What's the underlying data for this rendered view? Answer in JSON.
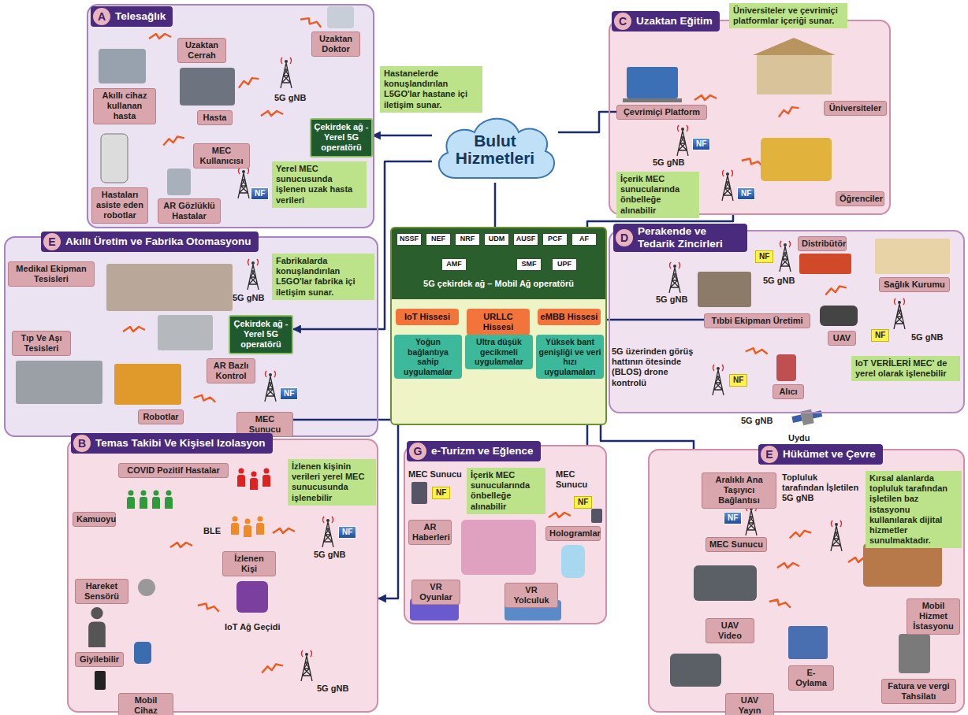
{
  "diagram": {
    "nodes": [
      {
        "text": [
          "A",
          "Telesağlık"
        ]
      },
      {
        "text": [
          "Uzaktan Cerrah"
        ],
        "in": 0
      },
      {
        "text": [
          "Uzaktan Doktor"
        ],
        "in": 0
      },
      {
        "text": [
          "Akıllı cihaz kullanan hasta"
        ],
        "in": 0
      },
      {
        "text": [
          "Hasta"
        ],
        "in": 0
      },
      {
        "text": [
          "MEC Kullanıcısı"
        ],
        "in": 0
      },
      {
        "text": [
          "NF"
        ],
        "in": 0
      },
      {
        "text": [
          "Çekirdek ağ - Yerel 5G operatörü"
        ],
        "in": 0
      },
      {
        "text": [
          "Hastaları asiste eden robotlar"
        ],
        "in": 0
      },
      {
        "text": [
          "AR Gözlüklü Hastalar"
        ],
        "in": 0
      },
      {
        "text": [
          "Yerel MEC sunucusunda işlenen uzak hasta verileri"
        ],
        "in": 0
      },
      {
        "text": [
          "Hastanelerde konuşlandırılan L5GO'lar hastane içi iletişim sunar."
        ]
      },
      {
        "text": [
          "C",
          "Uzaktan Eğitim"
        ]
      },
      {
        "text": [
          "Üniversiteler ve çevrimiçi platformlar içeriği sunar."
        ]
      },
      {
        "text": [
          "Çevrimiçi Platform"
        ],
        "in": 12
      },
      {
        "text": [
          "NF"
        ],
        "in": 12
      },
      {
        "text": [
          "Üniversiteler"
        ],
        "in": 12
      },
      {
        "text": [
          "İçerik MEC sunucularında önbelleğe alınabilir"
        ],
        "in": 12
      },
      {
        "text": [
          "NF"
        ],
        "in": 12
      },
      {
        "text": [
          "Öğrenciler"
        ],
        "in": 12
      },
      {
        "text": [
          "Bulut Hizmetleri"
        ]
      },
      {
        "text": [
          "E",
          "Akıllı Üretim ve Fabrika Otomasyonu"
        ]
      },
      {
        "text": [
          "Medikal Ekipman Tesisleri"
        ],
        "in": 21
      },
      {
        "text": [
          "Fabrikalarda konuşlandırılan L5GO'lar fabrika içi iletişim sunar."
        ],
        "in": 21
      },
      {
        "text": [
          "Çekirdek ağ - Yerel 5G operatörü"
        ],
        "in": 21
      },
      {
        "text": [
          "Tıp Ve Aşı Tesisleri"
        ],
        "in": 21
      },
      {
        "text": [
          "AR Bazlı Kontrol"
        ],
        "in": 21
      },
      {
        "text": [
          "Robotlar"
        ],
        "in": 21
      },
      {
        "text": [
          "NF"
        ],
        "in": 21
      },
      {
        "text": [
          "MEC Sunucu"
        ],
        "in": 21
      },
      {
        "text": [
          "5G çekirdek ağ – Mobil Ağ operatörü"
        ]
      },
      {
        "text": [
          "NSSF"
        ],
        "in": 30
      },
      {
        "text": [
          "NEF"
        ],
        "in": 30
      },
      {
        "text": [
          "NRF"
        ],
        "in": 30
      },
      {
        "text": [
          "UDM"
        ],
        "in": 30
      },
      {
        "text": [
          "AUSF"
        ],
        "in": 30
      },
      {
        "text": [
          "PCF"
        ],
        "in": 30
      },
      {
        "text": [
          "AF"
        ],
        "in": 30
      },
      {
        "text": [
          "AMF"
        ],
        "in": 30
      },
      {
        "text": [
          "SMF"
        ],
        "in": 30
      },
      {
        "text": [
          "UPF"
        ],
        "in": 30
      },
      {
        "text": [
          "IoT Hissesi"
        ],
        "in": 30
      },
      {
        "text": [
          "URLLC Hissesi"
        ],
        "in": 30
      },
      {
        "text": [
          "eMBB Hissesi"
        ],
        "in": 30
      },
      {
        "text": [
          "Yoğun bağlantıya sahip uygulamalar"
        ],
        "in": 30
      },
      {
        "text": [
          "Ultra düşük gecikmeli uygulamalar"
        ],
        "in": 30
      },
      {
        "text": [
          "Yüksek bant genişliği ve veri hızı uygulamaları"
        ],
        "in": 30
      },
      {
        "text": [
          "D",
          "Perakende ve Tedarik Zincirleri"
        ]
      },
      {
        "text": [
          "Distribütör"
        ],
        "in": 47
      },
      {
        "text": [
          "NF"
        ],
        "in": 47
      },
      {
        "text": [
          "Sağlık Kurumu"
        ],
        "in": 47
      },
      {
        "text": [
          "Tıbbi Ekipman Üretimi"
        ],
        "in": 47
      },
      {
        "text": [
          "UAV"
        ],
        "in": 47
      },
      {
        "text": [
          "NF"
        ],
        "in": 47
      },
      {
        "text": [
          "NF"
        ],
        "in": 47
      },
      {
        "text": [
          "Alıcı"
        ],
        "in": 47
      },
      {
        "text": [
          "IoT VERİLERİ MEC' de yerel olarak işlenebilir"
        ],
        "in": 47
      },
      {
        "text": [
          "B",
          "Temas Takibi Ve Kişisel Izolasyon"
        ]
      },
      {
        "text": [
          "İzlenen kişinin verileri yerel MEC sunucusunda işlenebilir"
        ],
        "in": 57
      },
      {
        "text": [
          "COVID Pozitif Hastalar"
        ],
        "in": 57
      },
      {
        "text": [
          "Kamuoyu"
        ],
        "in": 57
      },
      {
        "text": [
          "NF"
        ],
        "in": 57
      },
      {
        "text": [
          "İzlenen Kişi"
        ],
        "in": 57
      },
      {
        "text": [
          "Hareket Sensörü"
        ],
        "in": 57
      },
      {
        "text": [
          "Giyilebilir"
        ],
        "in": 57
      },
      {
        "text": [
          "Mobil Cihaz"
        ],
        "in": 57
      },
      {
        "text": [
          "G",
          "e-Turizm ve Eğlence"
        ]
      },
      {
        "text": [
          "İçerik MEC sunucularında önbelleğe alınabilir"
        ],
        "in": 66
      },
      {
        "text": [
          "NF"
        ],
        "in": 66
      },
      {
        "text": [
          "NF"
        ],
        "in": 66
      },
      {
        "text": [
          "AR Haberleri"
        ],
        "in": 66
      },
      {
        "text": [
          "Hologramlar"
        ],
        "in": 66
      },
      {
        "text": [
          "VR Oyunlar"
        ],
        "in": 66
      },
      {
        "text": [
          "VR Yolculuk"
        ],
        "in": 66
      },
      {
        "text": [
          "E",
          "Hükümet ve Çevre"
        ]
      },
      {
        "text": [
          "Aralıklı Ana Taşıyıcı Bağlantısı"
        ],
        "in": 74
      },
      {
        "text": [
          "Kırsal alanlarda topluluk tarafından işletilen baz istasyonu kullanılarak dijital hizmetler sunulmaktadır."
        ],
        "in": 74
      },
      {
        "text": [
          "NF"
        ],
        "in": 74
      },
      {
        "text": [
          "MEC Sunucu"
        ],
        "in": 74
      },
      {
        "text": [
          "UAV Video"
        ],
        "in": 74
      },
      {
        "text": [
          "Mobil Hizmet İstasyonu"
        ],
        "in": 74
      },
      {
        "text": [
          "E-Oylama"
        ],
        "in": 74
      },
      {
        "text": [
          "UAV Yayın"
        ],
        "in": 74
      },
      {
        "text": [
          "Fatura ve vergi Tahsilatı"
        ],
        "in": 74
      }
    ],
    "edges": [
      {
        "from": 20,
        "to": 30,
        "arrow": "none"
      },
      {
        "from": 20,
        "to": 14,
        "arrow": "none"
      },
      {
        "from": 20,
        "to": 7,
        "arrow": "to"
      },
      {
        "from": 20,
        "to": 24,
        "arrow": "to"
      },
      {
        "from": 30,
        "to": 29,
        "arrow": "none"
      },
      {
        "from": 30,
        "to": 12,
        "arrow": "none"
      },
      {
        "from": 30,
        "to": 51,
        "arrow": "none"
      },
      {
        "from": 30,
        "to": 57,
        "arrow": "to"
      },
      {
        "from": 30,
        "to": 66,
        "arrow": "none"
      },
      {
        "from": 30,
        "to": 74,
        "arrow": "none"
      }
    ],
    "labels": [
      "5G gNB",
      "5G gNB",
      "5G gNB",
      "5G gNB",
      "5G gNB",
      "5G gNB",
      "5G üzerinden görüş hattının ötesinde (BLOS) drone kontrolü",
      "5G gNB",
      "BLE",
      "5G gNB",
      "IoT Ağ Geçidi",
      "5G gNB",
      "MEC Sunucu",
      "MEC Sunucu",
      "Topluluk tarafından İşletilen 5G gNB",
      "Uydu"
    ]
  }
}
